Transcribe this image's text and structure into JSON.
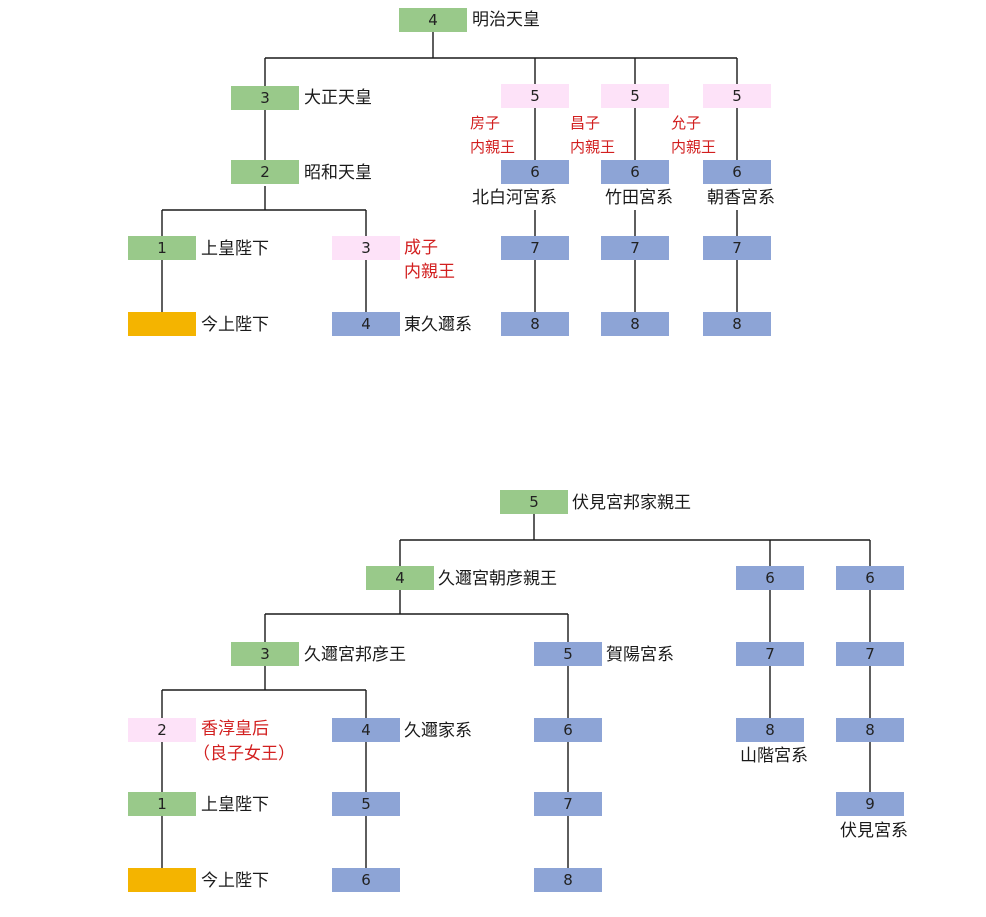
{
  "tree1": {
    "root": {
      "num": "4",
      "label": "明治天皇"
    },
    "taisho": {
      "num": "3",
      "label": "大正天皇"
    },
    "showa": {
      "num": "2",
      "label": "昭和天皇"
    },
    "joko": {
      "num": "1",
      "label": "上皇陛下"
    },
    "kinjo": {
      "num": "",
      "label": "今上陛下"
    },
    "shigeko": {
      "num": "3",
      "label_line1": "成子",
      "label_line2": "内親王"
    },
    "higashikuni": {
      "num": "4",
      "label": "東久邇系"
    },
    "fusako": {
      "num": "5",
      "label_line1": "房子",
      "label_line2": "内親王"
    },
    "masako": {
      "num": "5",
      "label_line1": "昌子",
      "label_line2": "内親王"
    },
    "nobuko": {
      "num": "5",
      "label_line1": "允子",
      "label_line2": "内親王"
    },
    "col1": {
      "gen6": "6",
      "label": "北白河宮系",
      "gen7": "7",
      "gen8": "8"
    },
    "col2": {
      "gen6": "6",
      "label": "竹田宮系",
      "gen7": "7",
      "gen8": "8"
    },
    "col3": {
      "gen6": "6",
      "label": "朝香宮系",
      "gen7": "7",
      "gen8": "8"
    }
  },
  "tree2": {
    "root": {
      "num": "5",
      "label": "伏見宮邦家親王"
    },
    "asahiko": {
      "num": "4",
      "label": "久邇宮朝彦親王"
    },
    "kuniyoshi": {
      "num": "3",
      "label": "久邇宮邦彦王"
    },
    "kaya": {
      "num": "5",
      "label": "賀陽宮系",
      "gen6": "6",
      "gen7": "7",
      "gen8": "8"
    },
    "kojun": {
      "num": "2",
      "label_line1": "香淳皇后",
      "label_line2": "（良子女王）"
    },
    "joko": {
      "num": "1",
      "label": "上皇陛下"
    },
    "kinjo": {
      "num": "",
      "label": "今上陛下"
    },
    "kuni": {
      "num": "4",
      "label": "久邇家系",
      "gen5": "5",
      "gen6": "6"
    },
    "yamashina": {
      "gen6": "6",
      "gen7": "7",
      "gen8": "8",
      "label": "山階宮系"
    },
    "fushimi": {
      "gen6": "6",
      "gen7": "7",
      "gen8": "8",
      "gen9": "9",
      "label": "伏見宮系"
    }
  },
  "colors": {
    "green": "#99c98a",
    "pink": "#fde2f8",
    "blue": "#8da4d6",
    "gold": "#f4b400",
    "red_text": "#d21f1f"
  }
}
